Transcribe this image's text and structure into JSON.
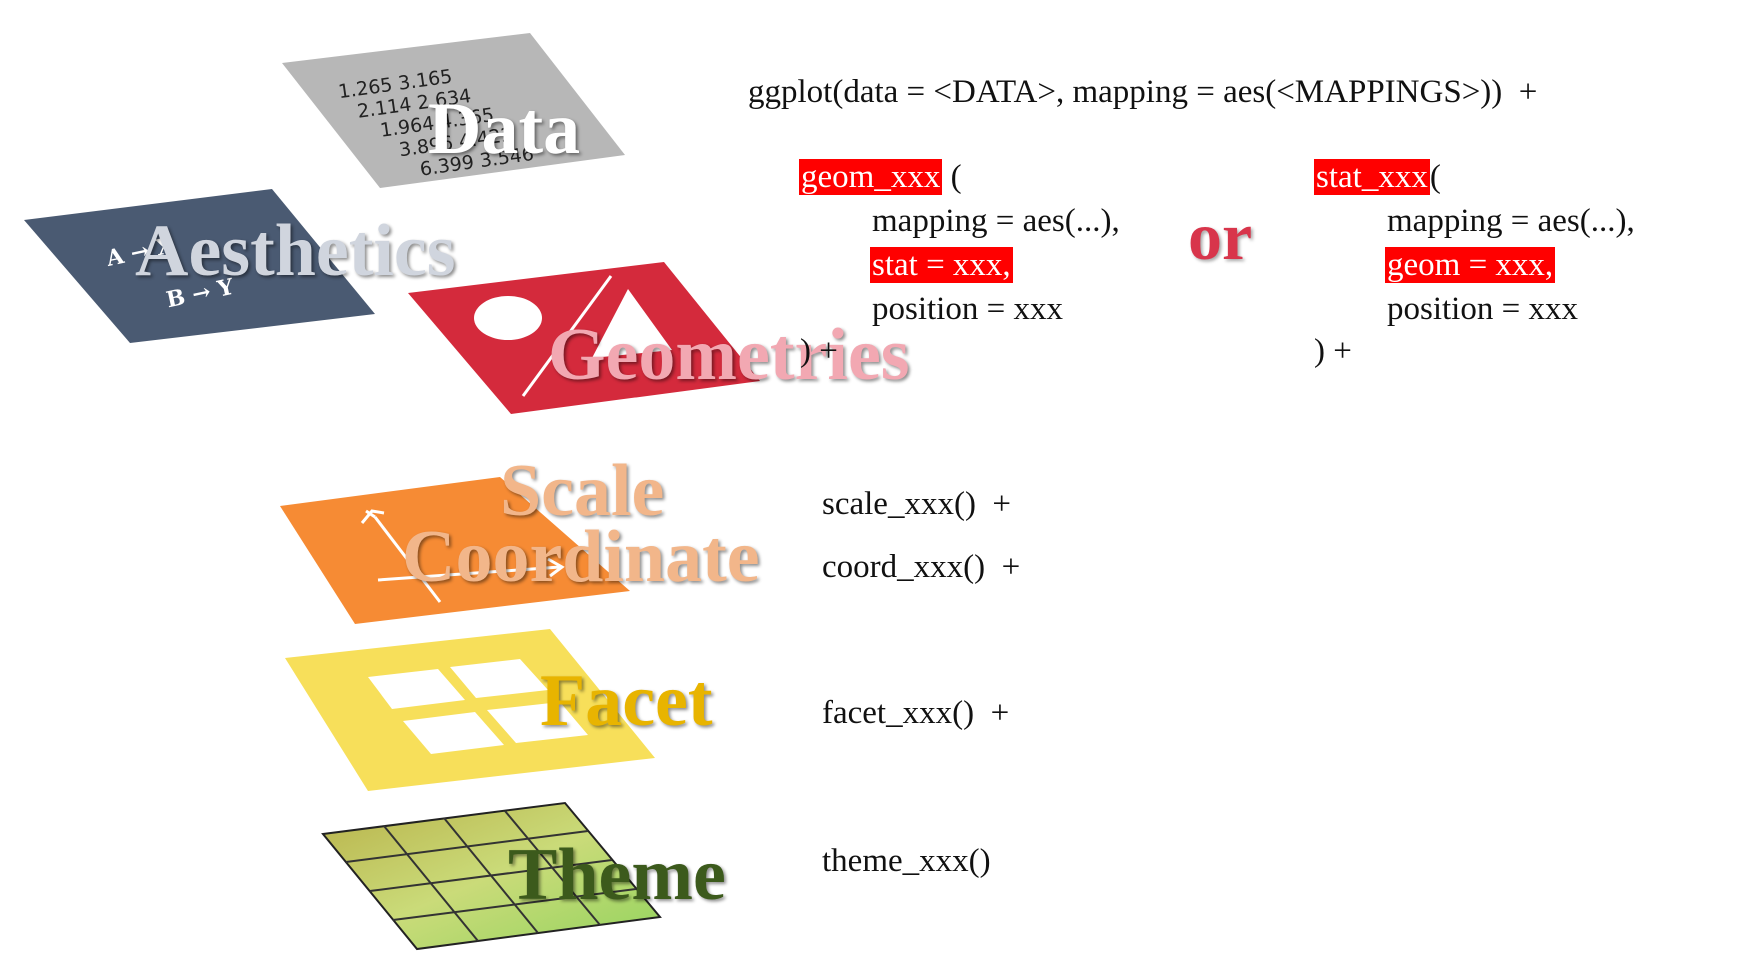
{
  "layers": {
    "data": {
      "label": "Data",
      "color": "#b7b7b7",
      "label_color": "#ffffff",
      "numbers": [
        "1.265 3.165",
        "2.114 2.634",
        "1.964 4.365",
        "3.896 4.422",
        "6.399 3.546"
      ]
    },
    "aesthetics": {
      "label": "Aesthetics",
      "color": "#4a5a72",
      "label_color": "#d0d5de",
      "map_line_1": "A → X",
      "map_line_2": "B → Y"
    },
    "geometries": {
      "label": "Geometries",
      "color": "#d42a3c",
      "label_color": "#f2a8b2"
    },
    "scale": {
      "label": "Scale",
      "label_color": "#f2b68a"
    },
    "coordinate": {
      "label": "Coordinate",
      "color": "#f68b34",
      "label_color": "#f2b68a"
    },
    "facet": {
      "label": "Facet",
      "color": "#f7df5a",
      "label_color": "#e8b400"
    },
    "theme": {
      "label": "Theme",
      "color": "#a8c84a",
      "label_color": "#3c5a1c"
    }
  },
  "code": {
    "ggplot_line": "ggplot(data = <DATA>, mapping = aes(<MAPPINGS>))  +",
    "geom_block": {
      "func": "geom_xxx",
      "open": " (",
      "mapping": "mapping = aes(...),",
      "stat": "stat = xxx,",
      "position": "position = xxx",
      "close": ") +"
    },
    "or": "or",
    "stat_block": {
      "func": "stat_xxx",
      "open": "(",
      "mapping": "mapping = aes(...),",
      "geom": "geom = xxx,",
      "position": "position = xxx",
      "close": ") +"
    },
    "scale_line": "scale_xxx()  +",
    "coord_line": "coord_xxx()  +",
    "facet_line": "facet_xxx()  +",
    "theme_line": "theme_xxx()"
  },
  "colors": {
    "highlight": "#ff0000",
    "or": "#d8354b"
  }
}
